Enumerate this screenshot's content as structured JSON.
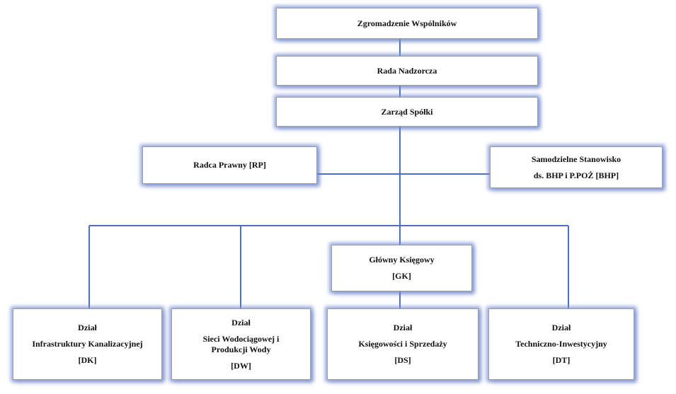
{
  "nodes": {
    "zgromadzenie": [
      "Zgromadzenie Wspólników"
    ],
    "rada": [
      "Rada Nadzorcza"
    ],
    "zarzad": [
      "Zarząd Spółki"
    ],
    "radca": [
      "Radca Prawny [RP]"
    ],
    "bhp": [
      "Samodzielne Stanowisko",
      "ds. BHP i P.POŻ [BHP]"
    ],
    "ksiegowy": [
      "Główny Księgowy",
      "[GK]"
    ],
    "dk": [
      "Dział",
      "Infrastruktury Kanalizacyjnej",
      "[DK]"
    ],
    "dw": [
      "Dział",
      "Sieci Wodociągowej i",
      "Produkcji Wody",
      "[DW]"
    ],
    "ds": [
      "Dział",
      "Księgowości i Sprzedaży",
      "[DS]"
    ],
    "dt": [
      "Dział",
      "Techniczno-Inwestycyjny",
      "[DT]"
    ]
  },
  "colors": {
    "connector": "#4a6fc8",
    "glow": "#7891d7",
    "border": "#9e9e9e"
  }
}
